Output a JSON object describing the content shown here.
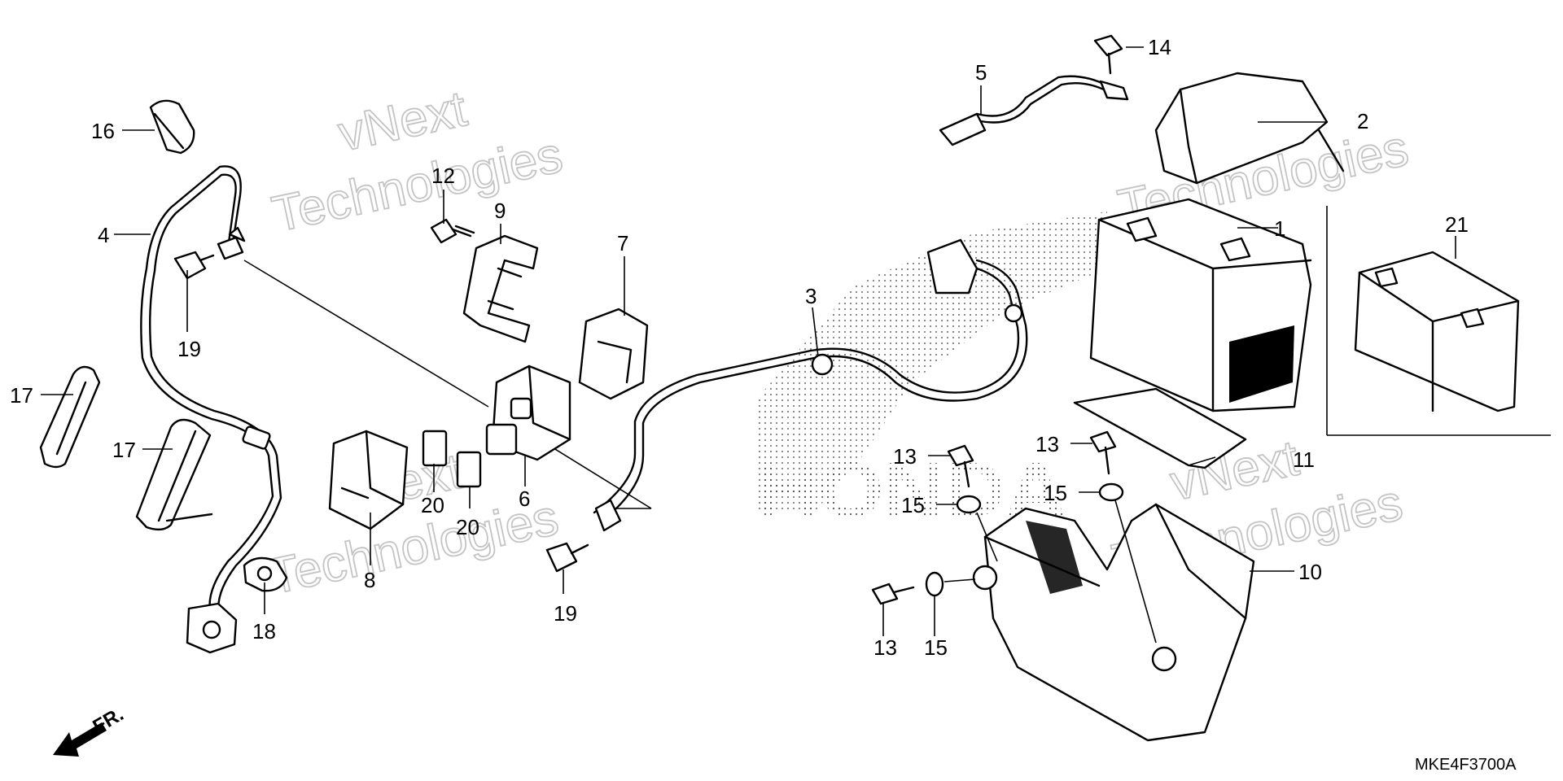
{
  "diagram": {
    "part_code": "MKE4F3700A",
    "front_arrow_label": "FR.",
    "watermark": {
      "line1": "vNext",
      "line2": "Technologies"
    },
    "brand_mark": "HONDA",
    "callouts": [
      "1",
      "2",
      "3",
      "4",
      "5",
      "6",
      "7",
      "8",
      "9",
      "10",
      "11",
      "12",
      "13",
      "14",
      "15",
      "16",
      "17",
      "18",
      "19",
      "20",
      "21"
    ]
  }
}
